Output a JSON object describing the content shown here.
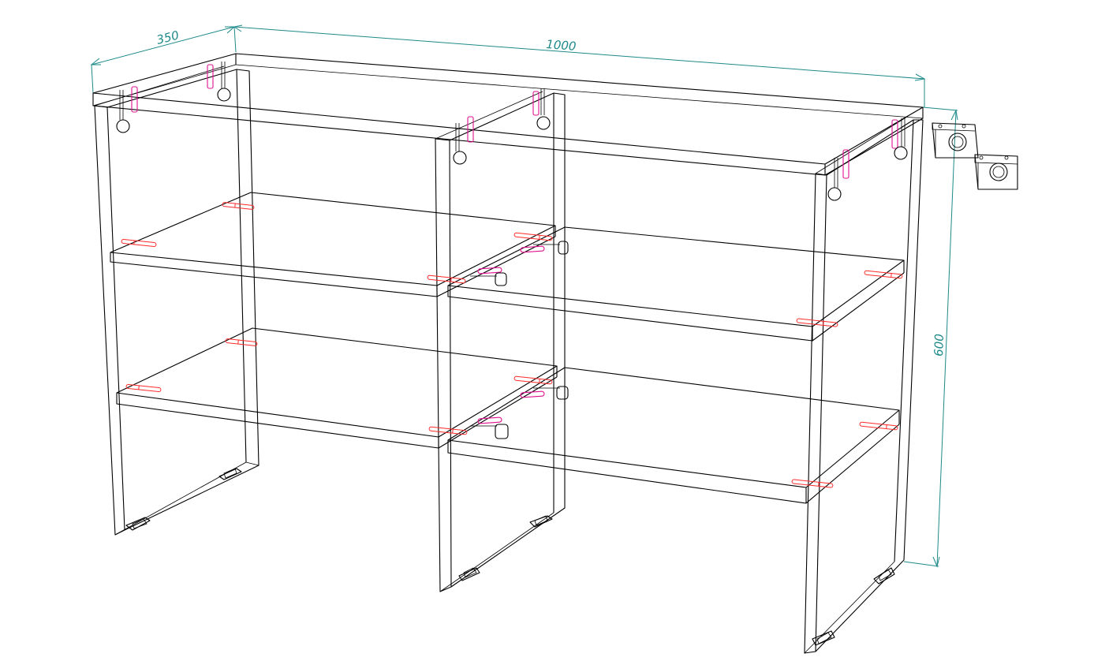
{
  "dimensions": {
    "depth": "350",
    "width": "1000",
    "height": "600"
  },
  "colors": {
    "dimension": "#1e8a8a",
    "edges": "#000000",
    "dowels": "#ff2a2a",
    "pins": "#e0108f"
  }
}
